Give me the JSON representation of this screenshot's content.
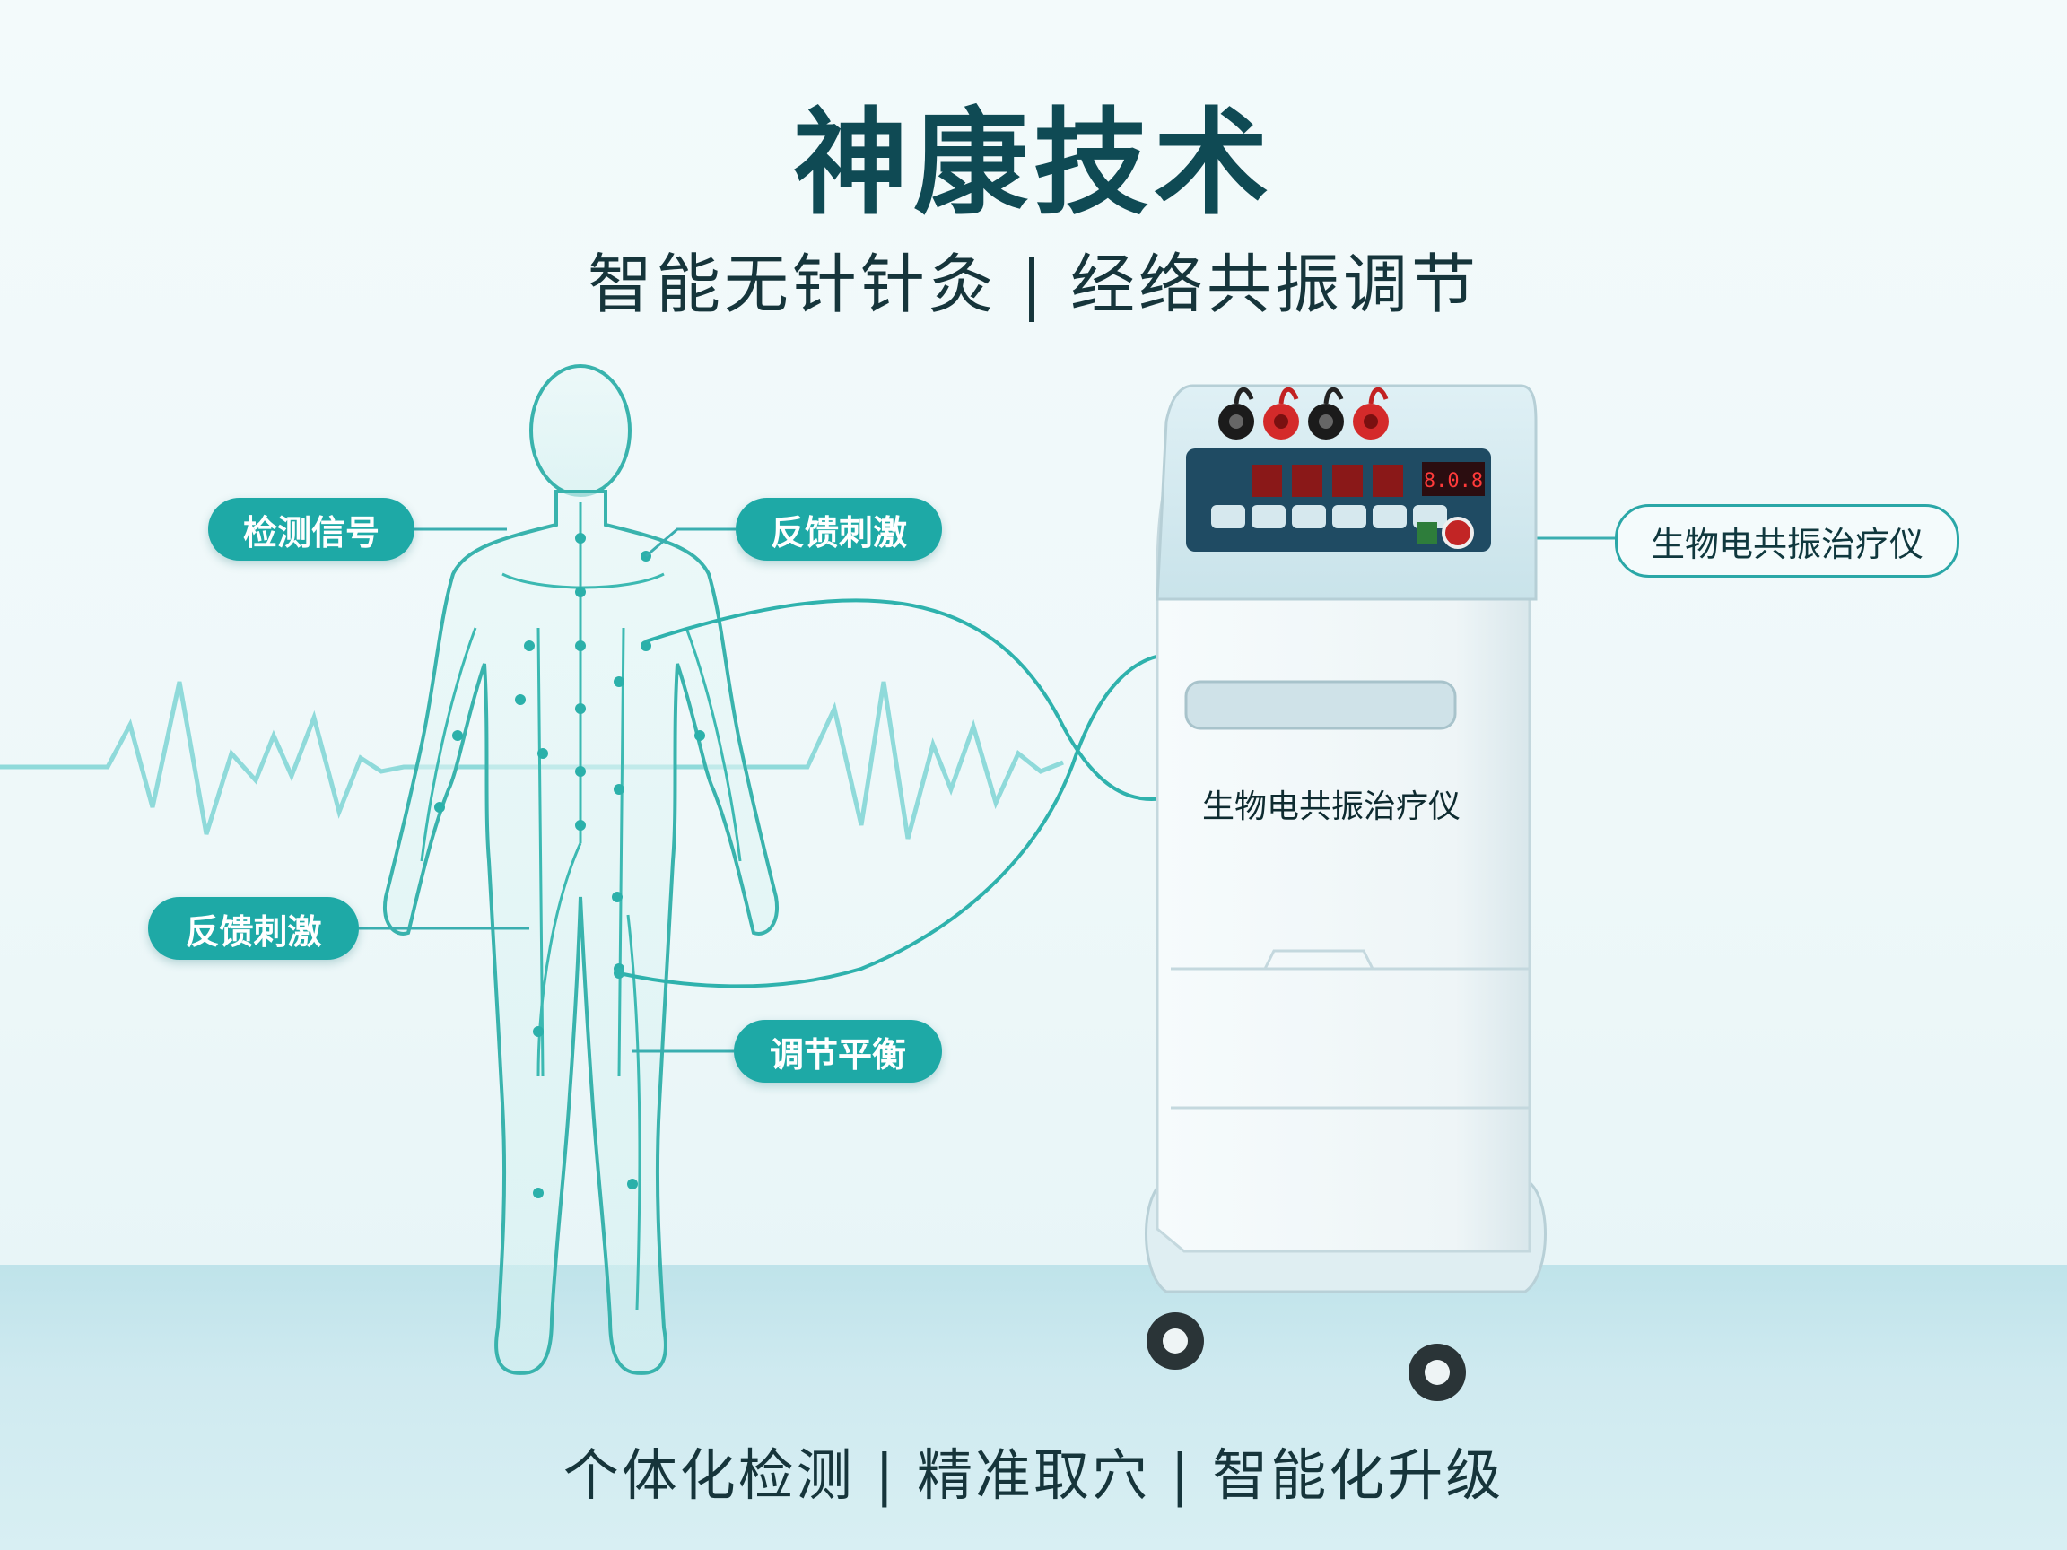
{
  "header": {
    "title": "神康技术",
    "subtitle": "智能无针针灸 | 经络共振调节"
  },
  "labels": {
    "detect_signal": "检测信号",
    "feedback_upper": "反馈刺激",
    "feedback_lower": "反馈刺激",
    "regulate_balance": "调节平衡",
    "device_name_callout": "生物电共振治疗仪",
    "device_name_body": "生物电共振治疗仪"
  },
  "device": {
    "display_reading": "8.0.8"
  },
  "footer": {
    "tagline": "个体化检测 | 精准取穴 | 智能化升级"
  },
  "colors": {
    "primary_teal": "#1ea9a6",
    "title_dark": "#0f4a54",
    "led_red": "#d42a2a"
  },
  "icons": [
    "human-body-meridian-icon",
    "ecg-wave-icon",
    "therapy-device-icon",
    "electrode-jack-icon",
    "power-button-icon"
  ]
}
